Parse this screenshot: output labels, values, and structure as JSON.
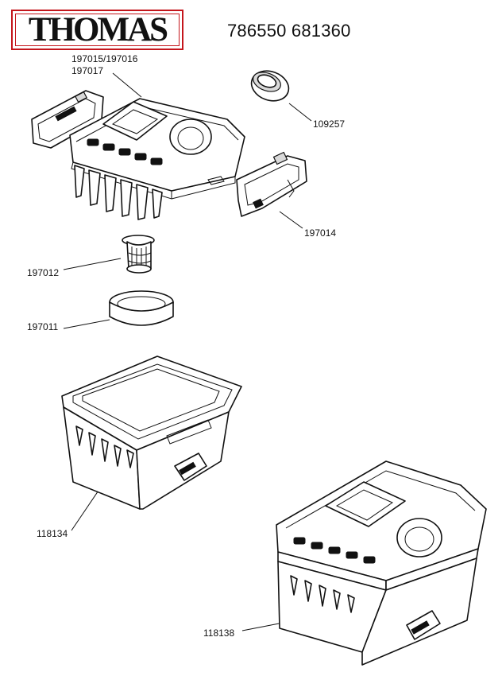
{
  "brand": {
    "logo_text": "THOMAS",
    "border_color": "#c4161c"
  },
  "model_numbers": "786550 681360",
  "parts": [
    {
      "id": "197015",
      "label": "197015/197016"
    },
    {
      "id": "197017",
      "label": "197017"
    },
    {
      "id": "109257",
      "label": "109257"
    },
    {
      "id": "197014",
      "label": "197014"
    },
    {
      "id": "197012",
      "label": "197012"
    },
    {
      "id": "197011",
      "label": "197011"
    },
    {
      "id": "118134",
      "label": "118134"
    },
    {
      "id": "118138",
      "label": "118138"
    }
  ]
}
